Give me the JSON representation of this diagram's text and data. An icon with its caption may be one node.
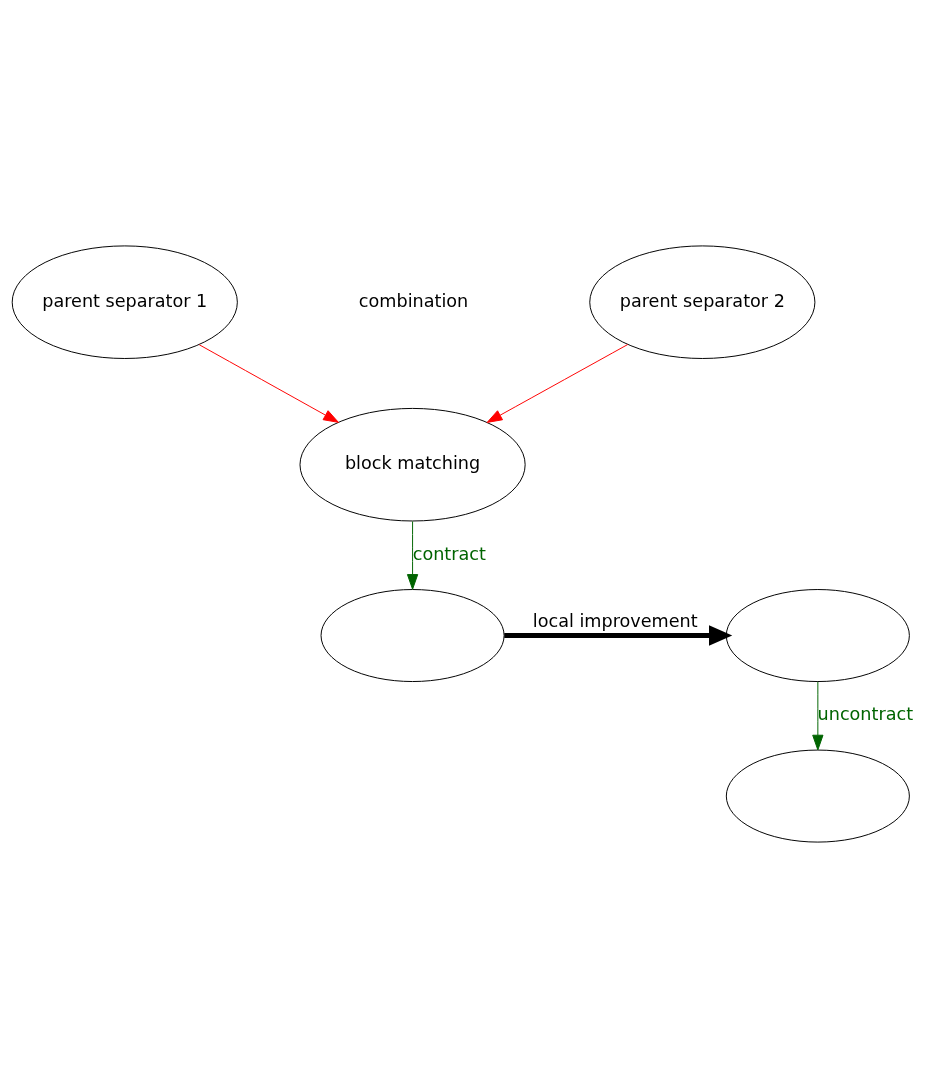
{
  "diagram": {
    "nodes": [
      {
        "text": [
          "parent separator 1"
        ]
      },
      {
        "text": [
          "parent separator 2"
        ]
      },
      {
        "text": [
          "block matching"
        ]
      },
      {
        "text": [],
        "shape": "ellipse"
      },
      {
        "text": [],
        "shape": "ellipse"
      },
      {
        "text": [],
        "shape": "ellipse"
      }
    ],
    "edges": [
      {
        "from": 0,
        "to": 2,
        "arrow": "to",
        "color": "#ff0000"
      },
      {
        "from": 1,
        "to": 2,
        "arrow": "to",
        "color": "#ff0000"
      },
      {
        "from": 2,
        "to": 3,
        "arrow": "to",
        "label": "contract",
        "color": "#006400"
      },
      {
        "from": 3,
        "to": 4,
        "arrow": "to",
        "label": "local improvement",
        "style": "thick",
        "color": "#000000"
      },
      {
        "from": 4,
        "to": 5,
        "arrow": "to",
        "label": "uncontract",
        "color": "#006400"
      }
    ],
    "labels": [
      "combination"
    ]
  }
}
